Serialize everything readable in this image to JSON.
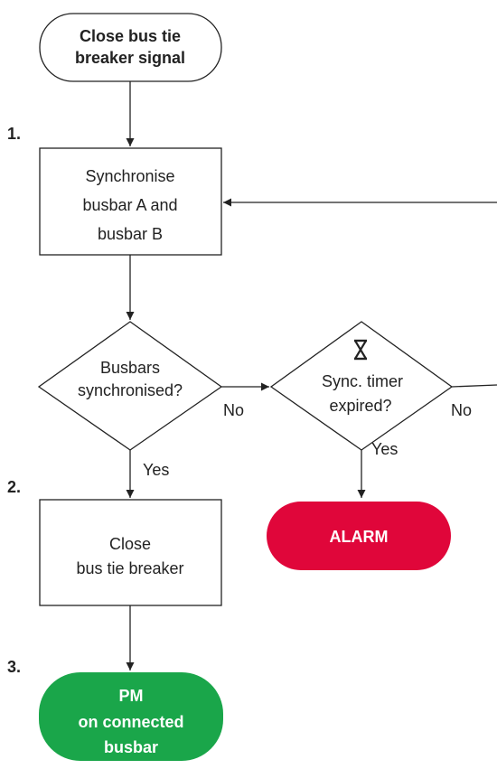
{
  "start_terminal": {
    "line1": "Close bus tie",
    "line2": "breaker signal"
  },
  "steps": [
    {
      "number": "1.",
      "line1": "Synchronise",
      "line2": "busbar A and",
      "line3": "busbar B"
    },
    {
      "number": "2.",
      "line1": "Close",
      "line2": "bus tie breaker"
    },
    {
      "number": "3."
    }
  ],
  "decision_sync": {
    "line1": "Busbars",
    "line2": "synchronised?",
    "yes_label": "Yes",
    "no_label": "No"
  },
  "decision_timer": {
    "line1": "Sync. timer",
    "line2": "expired?",
    "yes_label": "Yes",
    "no_label": "No",
    "icon": "hourglass-icon"
  },
  "alarm_terminal": {
    "label": "ALARM",
    "color": "#e0063a"
  },
  "end_terminal": {
    "line1": "PM",
    "line2": "on connected",
    "line3": "busbar",
    "color": "#1aa64a"
  }
}
